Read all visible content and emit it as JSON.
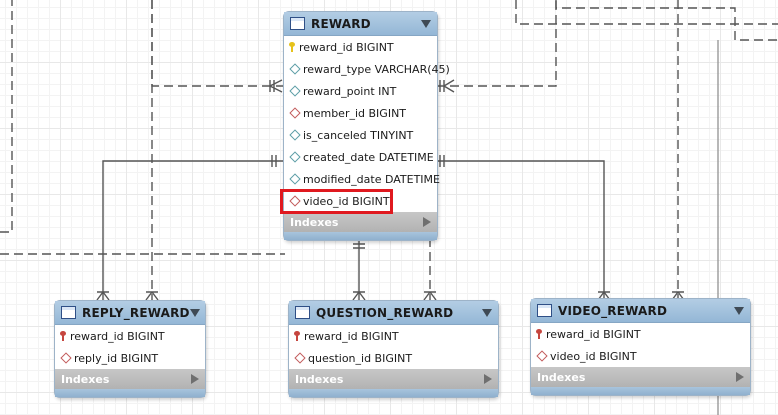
{
  "diagram": {
    "tables": [
      {
        "name": "REWARD",
        "columns": [
          {
            "label": "reward_id BIGINT",
            "icon": "primary-key-icon"
          },
          {
            "label": "reward_type VARCHAR(45)",
            "icon": "column-diamond-icon"
          },
          {
            "label": "reward_point INT",
            "icon": "column-diamond-icon"
          },
          {
            "label": "member_id BIGINT",
            "icon": "foreign-key-diamond-icon"
          },
          {
            "label": "is_canceled TINYINT",
            "icon": "column-diamond-icon"
          },
          {
            "label": "created_date DATETIME",
            "icon": "column-diamond-icon"
          },
          {
            "label": "modified_date DATETIME",
            "icon": "column-diamond-icon"
          },
          {
            "label": "video_id BIGINT",
            "icon": "foreign-key-diamond-icon"
          }
        ],
        "indexes_label": "Indexes"
      },
      {
        "name": "REPLY_REWARD",
        "columns": [
          {
            "label": "reward_id BIGINT",
            "icon": "primary-foreign-key-icon"
          },
          {
            "label": "reply_id BIGINT",
            "icon": "foreign-key-diamond-icon"
          }
        ],
        "indexes_label": "Indexes"
      },
      {
        "name": "QUESTION_REWARD",
        "columns": [
          {
            "label": "reward_id BIGINT",
            "icon": "primary-foreign-key-icon"
          },
          {
            "label": "question_id BIGINT",
            "icon": "foreign-key-diamond-icon"
          }
        ],
        "indexes_label": "Indexes"
      },
      {
        "name": "VIDEO_REWARD",
        "columns": [
          {
            "label": "reward_id BIGINT",
            "icon": "primary-foreign-key-icon"
          },
          {
            "label": "video_id BIGINT",
            "icon": "foreign-key-diamond-icon"
          }
        ],
        "indexes_label": "Indexes"
      }
    ],
    "highlighted_column": "video_id BIGINT",
    "colors": {
      "header": "#94b7d6",
      "highlight": "#e0191f",
      "relation_line": "#555555",
      "primary_key": "#e6c21b",
      "primary_foreign_key": "#c6463f"
    }
  }
}
